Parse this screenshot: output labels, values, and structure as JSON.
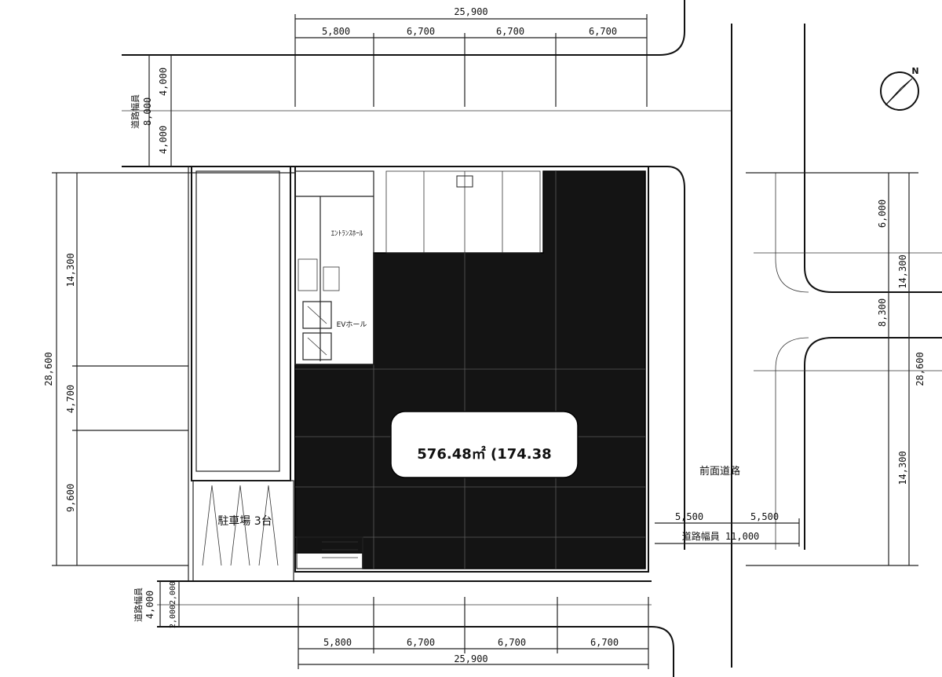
{
  "area_label": "576.48㎡ (174.38",
  "dims_top": {
    "total": "25,900",
    "bays": [
      "5,800",
      "6,700",
      "6,700",
      "6,700"
    ]
  },
  "dims_bottom": {
    "total": "25,900",
    "bays": [
      "5,800",
      "6,700",
      "6,700",
      "6,700"
    ]
  },
  "dims_left": {
    "total": "28,600",
    "segments": [
      "14,300",
      "4,700",
      "9,600"
    ]
  },
  "dims_right": {
    "total": "28,600",
    "upper": "14,300",
    "lower": "14,300",
    "sub_a": "6,000",
    "sub_b": "8,300"
  },
  "road_top": {
    "label": "道路幅員",
    "width": "8,000",
    "half_a": "4,000",
    "half_b": "4,000"
  },
  "road_bottom": {
    "label": "道路幅員",
    "width": "4,000",
    "half_a": "2,000",
    "half_b": "2,000"
  },
  "road_right": {
    "label": "道路幅員 11,000",
    "half_a": "5,500",
    "half_b": "5,500"
  },
  "front_road": "前面道路",
  "parking": "駐車場 3台",
  "room_entrance": "ｴﾝﾄﾗﾝｽﾎｰﾙ",
  "room_ev": "EVホール",
  "compass": "N"
}
